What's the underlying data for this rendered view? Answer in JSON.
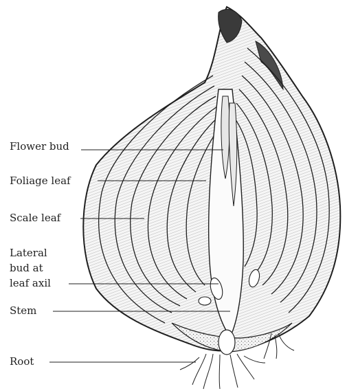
{
  "diagram": {
    "labels": {
      "flower_bud": "Flower bud",
      "foliage_leaf": "Foliage leaf",
      "scale_leaf": "Scale leaf",
      "lateral_line1": "Lateral",
      "lateral_line2": "bud at",
      "lateral_line3": "leaf axil",
      "stem": "Stem",
      "root": "Root"
    },
    "colors": {
      "ink": "#1f1f1f",
      "paper": "#ffffff",
      "bulb_fill": "#f2f2f2",
      "stem_fill": "#fbfbfb"
    }
  }
}
